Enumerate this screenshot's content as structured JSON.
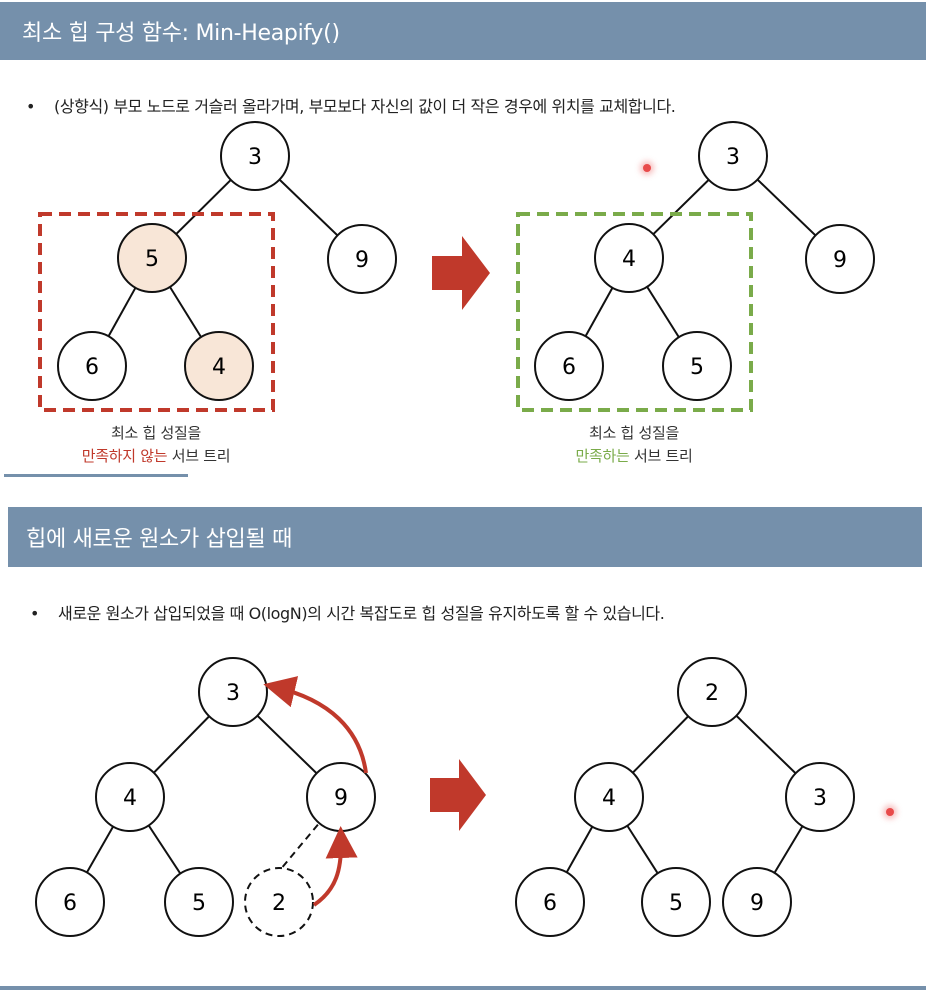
{
  "section1": {
    "title": "최소 힙 구성 함수: Min-Heapify()",
    "bullet": "(상향식) 부모 노드로 거슬러 올라가며, 부모보다 자신의 값이 더 작은 경우에 위치를 교체합니다.",
    "left_tree": {
      "nodes": [
        "3",
        "5",
        "9",
        "6",
        "4"
      ],
      "highlighted": [
        "5",
        "4"
      ]
    },
    "right_tree": {
      "nodes": [
        "3",
        "4",
        "9",
        "6",
        "5"
      ]
    },
    "left_caption": {
      "line1": "최소 힙 성질을",
      "emph": "만족하지 않는",
      "rest": " 서브 트리"
    },
    "right_caption": {
      "line1": "최소 힙 성질을",
      "emph": "만족하는",
      "rest": " 서브 트리"
    }
  },
  "section2": {
    "title": "힙에 새로운 원소가 삽입될 때",
    "bullet": "새로운 원소가 삽입되었을 때 O(logN)의 시간 복잡도로 힙 성질을 유지하도록 할 수 있습니다.",
    "left_tree": {
      "nodes": [
        "3",
        "4",
        "9",
        "6",
        "5",
        "2"
      ],
      "inserted": "2"
    },
    "right_tree": {
      "nodes": [
        "2",
        "4",
        "3",
        "6",
        "5",
        "9"
      ]
    }
  },
  "bullet_symbol": "•",
  "colors": {
    "banner": "#7590ab",
    "red": "#c0392b",
    "green": "#7aab4a",
    "highlight_fill": "#f8e6d7"
  }
}
